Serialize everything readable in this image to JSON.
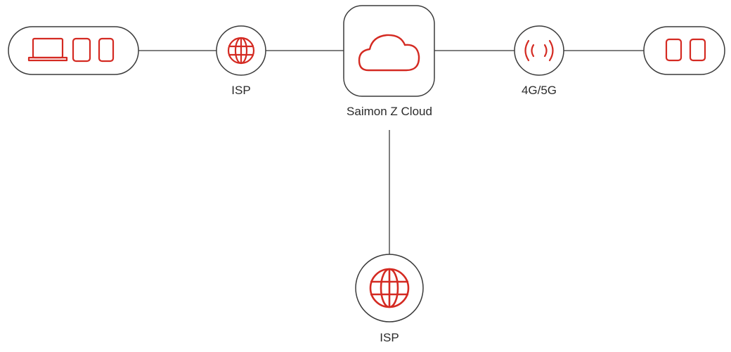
{
  "diagram": {
    "nodes": {
      "cloud": {
        "label": "Saimon Z Cloud",
        "icon": "cloud-icon"
      },
      "isp_top": {
        "label": "ISP",
        "icon": "globe-icon"
      },
      "cellular": {
        "label": "4G/5G",
        "icon": "wireless-signal-icon"
      },
      "isp_bottom": {
        "label": "ISP",
        "icon": "globe-icon"
      },
      "client_devices": {
        "icons": [
          "laptop-icon",
          "tablet-icon",
          "phone-icon"
        ]
      },
      "mobile_devices": {
        "icons": [
          "tablet-icon",
          "phone-icon"
        ]
      }
    },
    "colors": {
      "accent": "#d42a22",
      "line": "#555555",
      "outline": "#3a3a3a",
      "text": "#2b2b2b"
    }
  }
}
